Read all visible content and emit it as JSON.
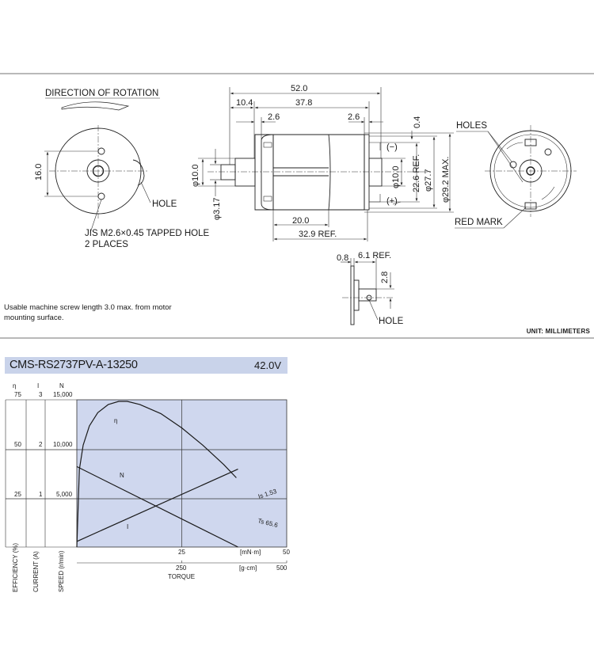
{
  "top_drawing": {
    "direction_label": "DIRECTION OF ROTATION",
    "front_view": {
      "dim_height": "16.0",
      "hole_label": "HOLE",
      "tapped_hole_line1": "JIS M2.6×0.45 TAPPED HOLE",
      "tapped_hole_line2": "2 PLACES"
    },
    "side_view": {
      "overall_length": "52.0",
      "shaft_length": "10.4",
      "body_length": "37.8",
      "boss_left": "2.6",
      "boss_right": "2.6",
      "terminal_offset": "0.4",
      "boss_diameter": "φ10.0",
      "shaft_diameter": "φ3.17",
      "rear_boss_diameter": "φ10.0",
      "ref_22_6": "22.6 REF.",
      "dia_27_7": "φ27.7",
      "dia_29_2": "φ29.2 MAX.",
      "len_20": "20.0",
      "len_32_9": "32.9 REF.",
      "minus_terminal": "(−)",
      "plus_terminal": "(+)"
    },
    "rear_view": {
      "holes_label": "HOLES",
      "red_mark_label": "RED MARK"
    },
    "terminal_detail": {
      "dim_08": "0.8",
      "dim_61": "6.1 REF.",
      "dim_28": "2.8",
      "hole_label": "HOLE"
    },
    "note": "Usable machine screw length 3.0 max. from motor mounting surface.",
    "unit": "UNIT: MILLIMETERS"
  },
  "header": {
    "model": "CMS-RS2737PV-A-13250",
    "voltage": "42.0V"
  },
  "chart_data": {
    "type": "line",
    "left_axes": [
      {
        "symbol": "η",
        "title": "EFFICIENCY (%)",
        "ticks": [
          "75",
          "50",
          "25"
        ]
      },
      {
        "symbol": "I",
        "title": "CURRENT (A)",
        "ticks": [
          "3",
          "2",
          "1"
        ]
      },
      {
        "symbol": "N",
        "title": "SPEED (r/min)",
        "ticks": [
          "15,000",
          "10,000",
          "5,000"
        ]
      }
    ],
    "x_axis_mNm": {
      "unit": "[mN·m]",
      "ticks": [
        "25",
        "50"
      ],
      "range": [
        0,
        50
      ]
    },
    "x_axis_gcm": {
      "unit": "[g·cm]",
      "ticks": [
        "250",
        "500"
      ],
      "range": [
        0,
        500
      ]
    },
    "xlabel": "TORQUE",
    "grid": true,
    "series": [
      {
        "name": "η",
        "unit": "%",
        "x": [
          0,
          0.6,
          1.5,
          3,
          5,
          7.5,
          10,
          12,
          15,
          20,
          25,
          30,
          35,
          38
        ],
        "y": [
          0,
          38,
          50,
          59.5,
          66,
          70,
          71.5,
          71.5,
          70,
          65.5,
          58.5,
          50,
          40.5,
          34
        ]
      },
      {
        "name": "N",
        "unit": "r/min",
        "x": [
          0,
          38.4
        ],
        "y": [
          7900,
          0
        ]
      },
      {
        "name": "I",
        "unit": "A",
        "x": [
          0,
          38.4
        ],
        "y": [
          0.11,
          1.53
        ]
      }
    ],
    "annotations": [
      "Is 1.53",
      "Ts 65.6"
    ]
  }
}
